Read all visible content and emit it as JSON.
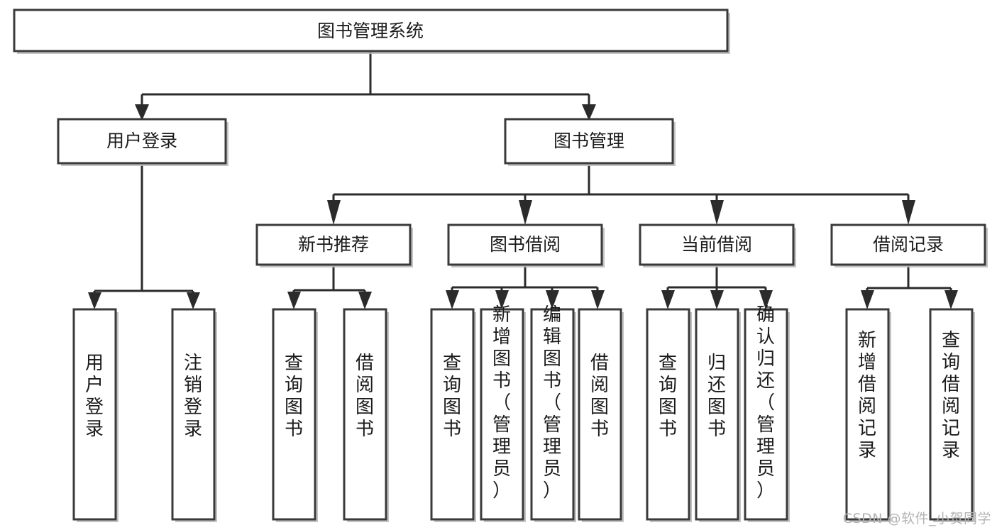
{
  "diagram": {
    "title": "图书管理系统",
    "type": "tree-hierarchy-chart",
    "watermark": "CSDN @软件_小贺同学",
    "colors": {
      "box_fill": "#ffffff",
      "box_stroke": "#3a3a3a",
      "line": "#2b2b2b",
      "text": "#1b1b1b",
      "watermark": "#b3b3b3",
      "background": "#ffffff"
    },
    "nodes": {
      "root": {
        "label": "图书管理系统"
      },
      "level2": [
        {
          "key": "user_login",
          "label": "用户登录"
        },
        {
          "key": "book_manage",
          "label": "图书管理"
        }
      ],
      "level3": [
        {
          "key": "new_book_rec",
          "label": "新书推荐"
        },
        {
          "key": "book_borrow",
          "label": "图书借阅"
        },
        {
          "key": "current_borrow",
          "label": "当前借阅"
        },
        {
          "key": "borrow_record",
          "label": "借阅记录"
        }
      ],
      "leaves": {
        "user_login": [
          {
            "key": "leaf_user_login",
            "label": "用户登录"
          },
          {
            "key": "leaf_logout",
            "label": "注销登录"
          }
        ],
        "new_book_rec": [
          {
            "key": "leaf_query_book_1",
            "label": "查询图书"
          },
          {
            "key": "leaf_borrow_book_1",
            "label": "借阅图书"
          }
        ],
        "book_borrow": [
          {
            "key": "leaf_query_book_2",
            "label": "查询图书"
          },
          {
            "key": "leaf_add_book",
            "label": "新增图书（管理员）"
          },
          {
            "key": "leaf_edit_book",
            "label": "编辑图书（管理员）"
          },
          {
            "key": "leaf_borrow_book_2",
            "label": "借阅图书"
          }
        ],
        "current_borrow": [
          {
            "key": "leaf_query_book_3",
            "label": "查询图书"
          },
          {
            "key": "leaf_return_book",
            "label": "归还图书"
          },
          {
            "key": "leaf_confirm_return",
            "label": "确认归还（管理员）"
          }
        ],
        "borrow_record": [
          {
            "key": "leaf_add_record",
            "label": "新增借阅记录"
          },
          {
            "key": "leaf_query_record",
            "label": "查询借阅记录"
          }
        ]
      }
    }
  }
}
